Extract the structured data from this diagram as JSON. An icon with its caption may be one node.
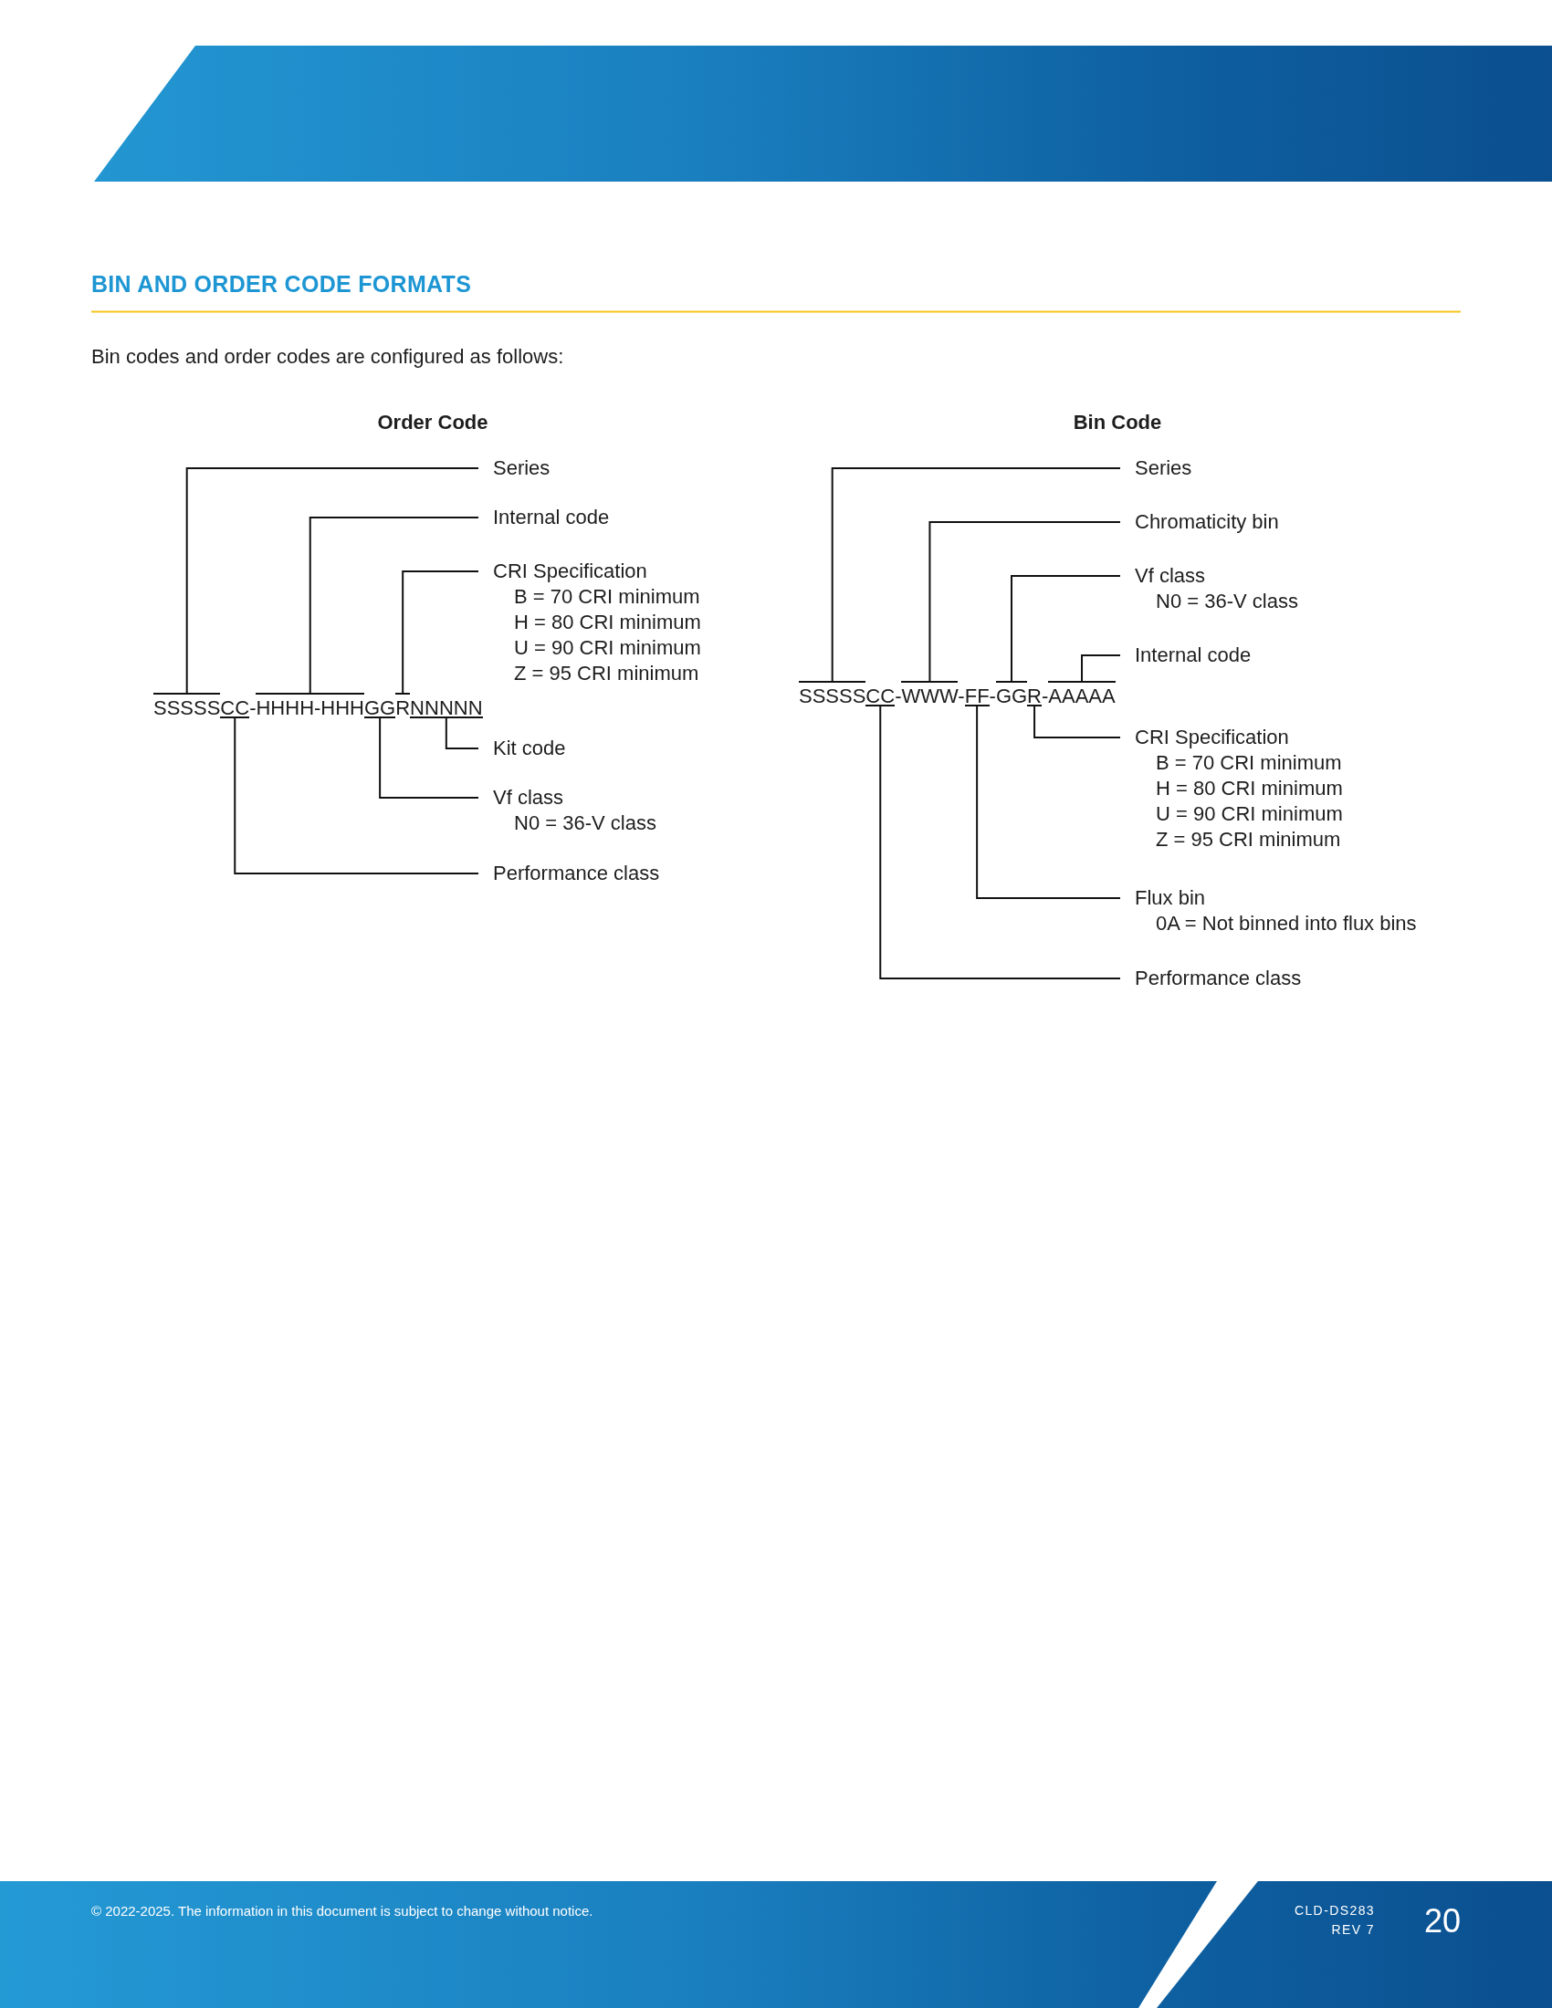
{
  "diagram": {
    "title": "BIN AND ORDER CODE FORMATS",
    "nodes": [
      {
        "text": [
          "Series"
        ]
      },
      {
        "text": [
          "Internal code"
        ]
      },
      {
        "text": [
          "CRI Specification",
          "B = 70 CRI minimum",
          "H = 80 CRI minimum",
          "U = 90 CRI minimum",
          "Z = 95 CRI minimum"
        ]
      },
      {
        "text": [
          "Kit code"
        ]
      },
      {
        "text": [
          "Vf class",
          "N0 = 36-V class"
        ]
      },
      {
        "text": [
          "Performance class"
        ]
      },
      {
        "text": [],
        "shape": "bar"
      },
      {
        "text": [],
        "shape": "bar"
      },
      {
        "text": [],
        "shape": "bar"
      },
      {
        "text": [],
        "shape": "bar"
      },
      {
        "text": [],
        "shape": "bar"
      },
      {
        "text": [],
        "shape": "bar"
      },
      {
        "text": [
          "Series"
        ]
      },
      {
        "text": [
          "Chromaticity bin"
        ]
      },
      {
        "text": [
          "Vf class",
          "N0 = 36-V class"
        ]
      },
      {
        "text": [
          "Internal code"
        ]
      },
      {
        "text": [
          "CRI Specification",
          "B = 70 CRI minimum",
          "H = 80 CRI minimum",
          "U = 90 CRI minimum",
          "Z = 95 CRI minimum"
        ]
      },
      {
        "text": [
          "Flux bin",
          "0A = Not binned into flux bins"
        ]
      },
      {
        "text": [
          "Performance class"
        ]
      },
      {
        "text": [],
        "shape": "bar"
      },
      {
        "text": [],
        "shape": "bar"
      },
      {
        "text": [],
        "shape": "bar"
      },
      {
        "text": [],
        "shape": "bar"
      },
      {
        "text": [],
        "shape": "bar"
      },
      {
        "text": [],
        "shape": "bar"
      },
      {
        "text": [],
        "shape": "bar"
      }
    ],
    "edges": [
      {
        "from": 0,
        "to": 6,
        "arrow": "none"
      },
      {
        "from": 1,
        "to": 7,
        "arrow": "none"
      },
      {
        "from": 2,
        "to": 8,
        "arrow": "none"
      },
      {
        "from": 3,
        "to": 9,
        "arrow": "none"
      },
      {
        "from": 4,
        "to": 10,
        "arrow": "none"
      },
      {
        "from": 5,
        "to": 11,
        "arrow": "none"
      },
      {
        "from": 12,
        "to": 19,
        "arrow": "none"
      },
      {
        "from": 13,
        "to": 20,
        "arrow": "none"
      },
      {
        "from": 14,
        "to": 21,
        "arrow": "none"
      },
      {
        "from": 15,
        "to": 22,
        "arrow": "none"
      },
      {
        "from": 16,
        "to": 23,
        "arrow": "none"
      },
      {
        "from": 17,
        "to": 24,
        "arrow": "none"
      },
      {
        "from": 18,
        "to": 25,
        "arrow": "none"
      }
    ],
    "labels": [
      "Bin codes and order codes are configured as follows:",
      "Order Code",
      "Bin Code",
      "SSSSSCC-HHHH-HHHGGRNNNNN",
      "SSSSSCC-WWW-FF-GGR-AAAAA",
      "© 2022-2025. The information in this document is subject to change without notice.",
      "CLD-DS283",
      "REV 7",
      "20"
    ]
  }
}
